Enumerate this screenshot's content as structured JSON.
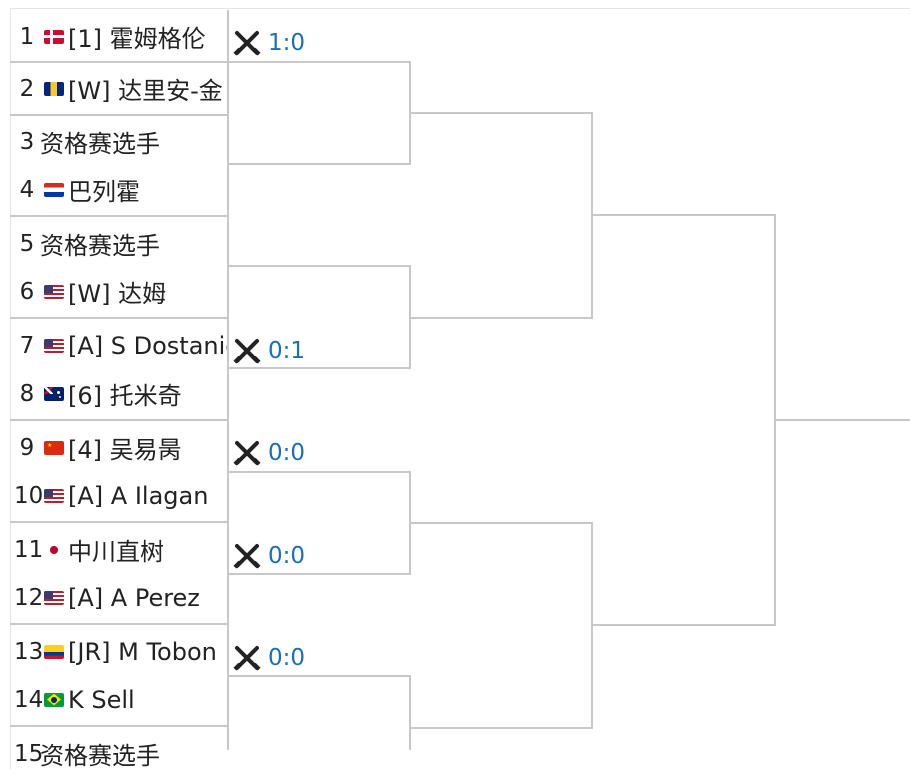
{
  "players": [
    {
      "num": "1",
      "flag": "dk",
      "name": "[1] 霍姆格伦"
    },
    {
      "num": "2",
      "flag": "bb",
      "name": "[W] 达里安-金"
    },
    {
      "num": "3",
      "flag": "",
      "name": "资格赛选手"
    },
    {
      "num": "4",
      "flag": "py",
      "name": "巴列霍"
    },
    {
      "num": "5",
      "flag": "",
      "name": "资格赛选手"
    },
    {
      "num": "6",
      "flag": "us",
      "name": "[W] 达姆"
    },
    {
      "num": "7",
      "flag": "us",
      "name": "[A] S Dostanic"
    },
    {
      "num": "8",
      "flag": "au",
      "name": "[6] 托米奇"
    },
    {
      "num": "9",
      "flag": "cn",
      "name": "[4] 吴易昺"
    },
    {
      "num": "10",
      "flag": "us",
      "name": "[A] A Ilagan"
    },
    {
      "num": "11",
      "flag": "jp",
      "name": "中川直树"
    },
    {
      "num": "12",
      "flag": "us",
      "name": "[A] A Perez"
    },
    {
      "num": "13",
      "flag": "co",
      "name": "[JR] M Tobon"
    },
    {
      "num": "14",
      "flag": "br",
      "name": "K Sell"
    },
    {
      "num": "15",
      "flag": "",
      "name": "资格赛选手"
    }
  ],
  "scores": [
    {
      "text": "1:0",
      "icon": "swords-icon"
    },
    {
      "text": "0:1",
      "icon": "swords-icon"
    },
    {
      "text": "0:0",
      "icon": "swords-icon"
    },
    {
      "text": "0:0",
      "icon": "swords-icon"
    },
    {
      "text": "0:0",
      "icon": "swords-icon"
    }
  ],
  "colors": {
    "score": "#1a6fb5",
    "line": "#c8c8c8"
  }
}
